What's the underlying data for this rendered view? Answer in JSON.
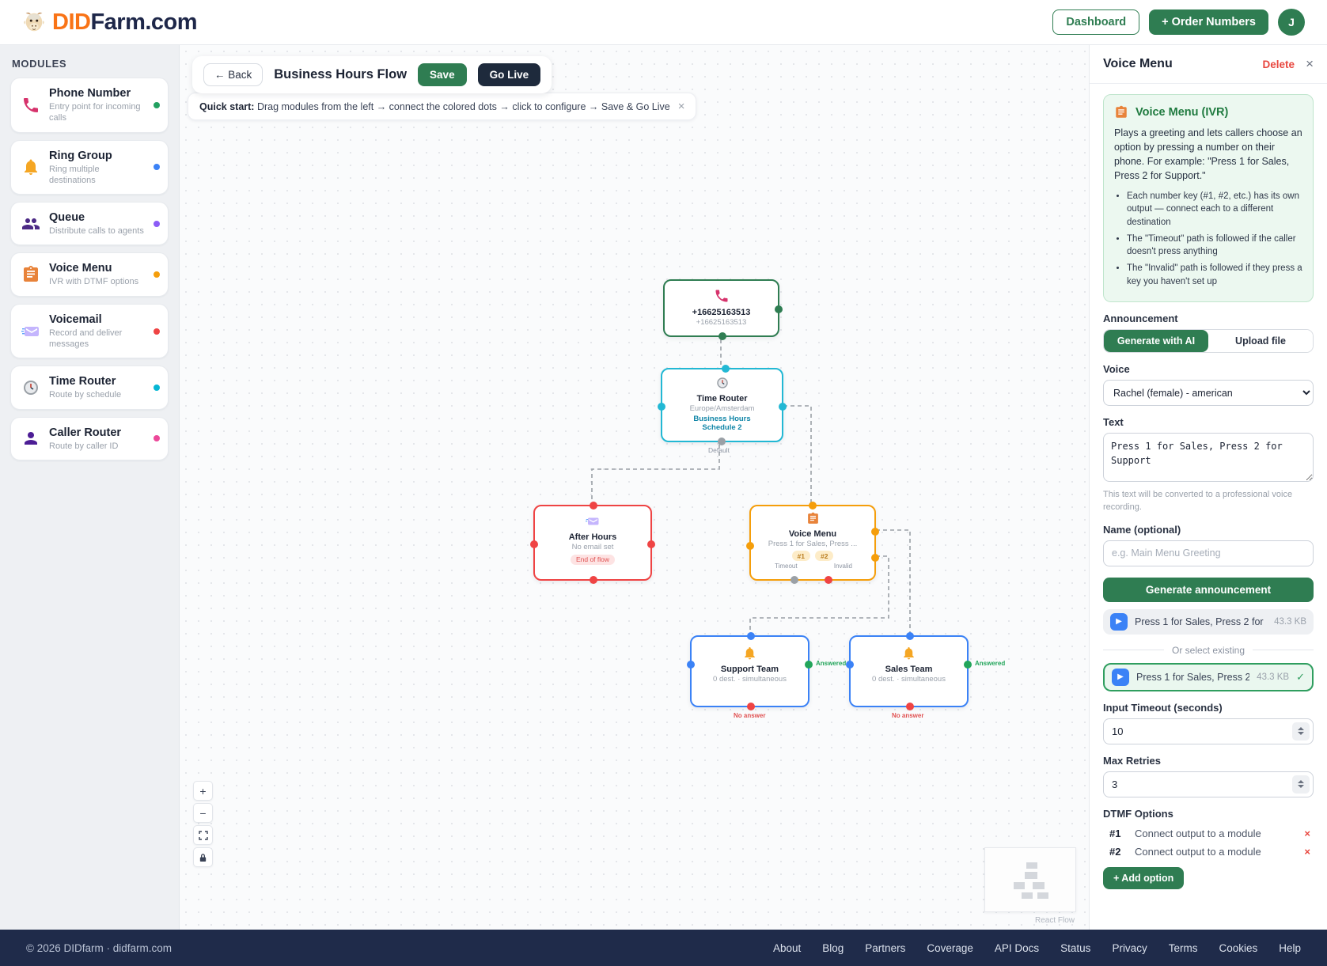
{
  "header": {
    "logo_did": "DID",
    "logo_rest": "Farm.com",
    "dashboard_label": "Dashboard",
    "order_numbers_label": "+ Order Numbers",
    "avatar_initial": "J"
  },
  "sidebar": {
    "title": "MODULES",
    "items": [
      {
        "name": "Phone Number",
        "desc": "Entry point for incoming calls",
        "dot_color": "#22a060",
        "icon": "phone-icon"
      },
      {
        "name": "Ring Group",
        "desc": "Ring multiple destinations",
        "dot_color": "#3b82f6",
        "icon": "bell-icon"
      },
      {
        "name": "Queue",
        "desc": "Distribute calls to agents",
        "dot_color": "#8b5cf6",
        "icon": "people-icon"
      },
      {
        "name": "Voice Menu",
        "desc": "IVR with DTMF options",
        "dot_color": "#f59e0b",
        "icon": "clipboard-icon"
      },
      {
        "name": "Voicemail",
        "desc": "Record and deliver messages",
        "dot_color": "#ef4444",
        "icon": "envelope-icon"
      },
      {
        "name": "Time Router",
        "desc": "Route by schedule",
        "dot_color": "#06b6d4",
        "icon": "clock-icon"
      },
      {
        "name": "Caller Router",
        "desc": "Route by caller ID",
        "dot_color": "#ec4899",
        "icon": "person-icon"
      }
    ]
  },
  "toolbar": {
    "back_label": "← Back",
    "flow_title": "Business Hours Flow",
    "save_label": "Save",
    "golive_label": "Go Live"
  },
  "quickstart": {
    "bold": "Quick start:",
    "text": " Drag modules from the left → connect the colored dots → click to configure → Save & Go Live",
    "close": "×"
  },
  "flow": {
    "phone": {
      "title": "+16625163513",
      "subtitle": "+16625163513"
    },
    "time_router": {
      "title": "Time Router",
      "subtitle": "Europe/Amsterdam",
      "schedule1": "Business Hours",
      "schedule2": "Schedule 2",
      "default_label": "Default"
    },
    "after_hours": {
      "title": "After Hours",
      "subtitle": "No email set",
      "badge": "End of flow"
    },
    "voice_menu": {
      "title": "Voice Menu",
      "subtitle": "Press 1 for Sales, Press ...",
      "key1": "#1",
      "key2": "#2",
      "timeout_label": "Timeout",
      "invalid_label": "Invalid"
    },
    "support": {
      "title": "Support Team",
      "subtitle": "0 dest. · simultaneous",
      "answered": "Answered",
      "no_answer": "No answer"
    },
    "sales": {
      "title": "Sales Team",
      "subtitle": "0 dest. · simultaneous",
      "answered": "Answered",
      "no_answer": "No answer"
    },
    "controls": {
      "zoom_in": "+",
      "zoom_out": "−"
    },
    "attribution": "React Flow"
  },
  "panel": {
    "title": "Voice Menu",
    "delete_label": "Delete",
    "close": "×",
    "info": {
      "title": "Voice Menu (IVR)",
      "description": "Plays a greeting and lets callers choose an option by pressing a number on their phone. For example: \"Press 1 for Sales, Press 2 for Support.\"",
      "bullets": [
        "Each number key (#1, #2, etc.) has its own output — connect each to a different destination",
        "The \"Timeout\" path is followed if the caller doesn't press anything",
        "The \"Invalid\" path is followed if they press a key you haven't set up"
      ]
    },
    "announcement_label": "Announcement",
    "tab_generate": "Generate with AI",
    "tab_upload": "Upload file",
    "voice_label": "Voice",
    "voice_value": "Rachel (female) - american",
    "text_label": "Text",
    "text_value": "Press 1 for Sales, Press 2 for Support",
    "text_help": "This text will be converted to a professional voice recording.",
    "name_label": "Name (optional)",
    "name_placeholder": "e.g. Main Menu Greeting",
    "generate_button": "Generate announcement",
    "audio_generated": {
      "name": "Press 1 for Sales, Press 2 for ...",
      "size": "43.3 KB"
    },
    "or_select_label": "Or select existing",
    "audio_existing": {
      "name": "Press 1 for Sales, Press 2...",
      "size": "43.3 KB",
      "check": "✓"
    },
    "input_timeout_label": "Input Timeout (seconds)",
    "input_timeout_value": "10",
    "max_retries_label": "Max Retries",
    "max_retries_value": "3",
    "dtmf_label": "DTMF Options",
    "dtmf_options": [
      {
        "key": "#1",
        "text": "Connect output to a module",
        "remove": "×"
      },
      {
        "key": "#2",
        "text": "Connect output to a module",
        "remove": "×"
      }
    ],
    "add_option_label": "+ Add option"
  },
  "footer": {
    "copyright": "© 2026 DIDfarm · didfarm.com",
    "links": [
      "About",
      "Blog",
      "Partners",
      "Coverage",
      "API Docs",
      "Status",
      "Privacy",
      "Terms",
      "Cookies",
      "Help"
    ]
  },
  "colors": {
    "accent_green": "#2f7d52",
    "navy": "#1f2b4a",
    "logo_orange": "#f97316",
    "node_phone": "#2f7d52",
    "node_time_router": "#22b8d4",
    "node_after_hours": "#ef4444",
    "node_voice_menu": "#f59e0b",
    "node_team": "#3b82f6"
  }
}
